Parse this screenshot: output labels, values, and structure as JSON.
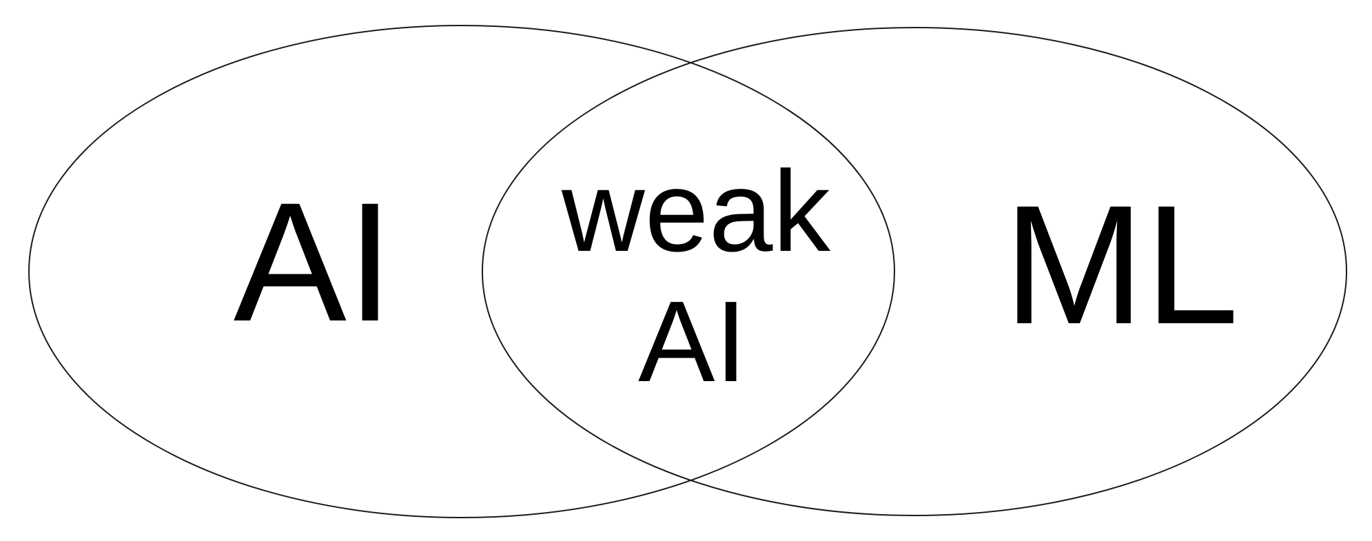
{
  "diagram": {
    "sets": [
      {
        "label": "AI"
      },
      {
        "label": "ML"
      }
    ],
    "intersection": {
      "lines": [
        "weak",
        "AI"
      ]
    },
    "colors": {
      "stroke": "#1a1a1a",
      "text": "#000000",
      "background": "#ffffff"
    }
  }
}
